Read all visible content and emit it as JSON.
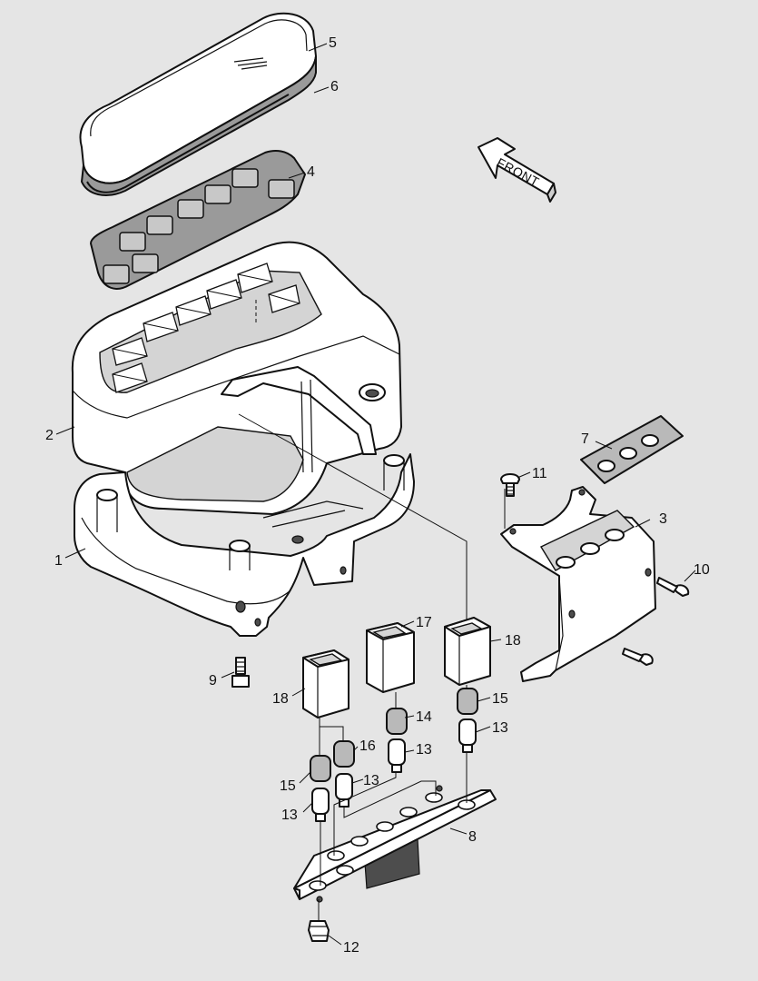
{
  "figure": {
    "direction_label": "FRONT",
    "callouts": [
      {
        "id": "1",
        "text": "1"
      },
      {
        "id": "2",
        "text": "2"
      },
      {
        "id": "3",
        "text": "3"
      },
      {
        "id": "4",
        "text": "4"
      },
      {
        "id": "5",
        "text": "5"
      },
      {
        "id": "6",
        "text": "6"
      },
      {
        "id": "7",
        "text": "7"
      },
      {
        "id": "8",
        "text": "8"
      },
      {
        "id": "9",
        "text": "9"
      },
      {
        "id": "10",
        "text": "10"
      },
      {
        "id": "11",
        "text": "11"
      },
      {
        "id": "12",
        "text": "12"
      },
      {
        "id": "13a",
        "text": "13"
      },
      {
        "id": "13b",
        "text": "13"
      },
      {
        "id": "13c",
        "text": "13"
      },
      {
        "id": "13d",
        "text": "13"
      },
      {
        "id": "14",
        "text": "14"
      },
      {
        "id": "15a",
        "text": "15"
      },
      {
        "id": "15b",
        "text": "15"
      },
      {
        "id": "16",
        "text": "16"
      },
      {
        "id": "17",
        "text": "17"
      },
      {
        "id": "18a",
        "text": "18"
      },
      {
        "id": "18b",
        "text": "18"
      }
    ]
  }
}
